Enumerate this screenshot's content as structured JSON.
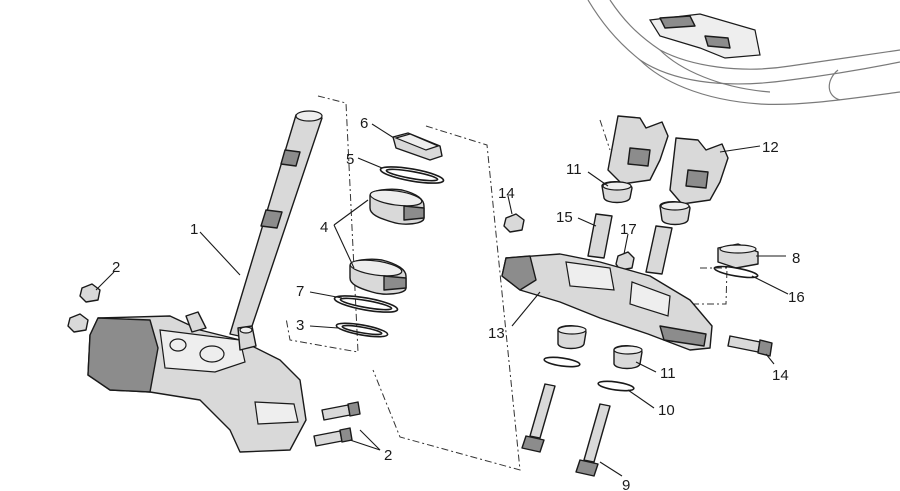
{
  "callouts": {
    "c1": "1",
    "c2a": "2",
    "c2b": "2",
    "c3": "3",
    "c4": "4",
    "c5": "5",
    "c6": "6",
    "c7": "7",
    "c8": "8",
    "c9": "9",
    "c10": "10",
    "c11a": "11",
    "c11b": "11",
    "c12": "12",
    "c13": "13",
    "c14a": "14",
    "c14b": "14",
    "c15": "15",
    "c16": "16",
    "c17": "17"
  }
}
